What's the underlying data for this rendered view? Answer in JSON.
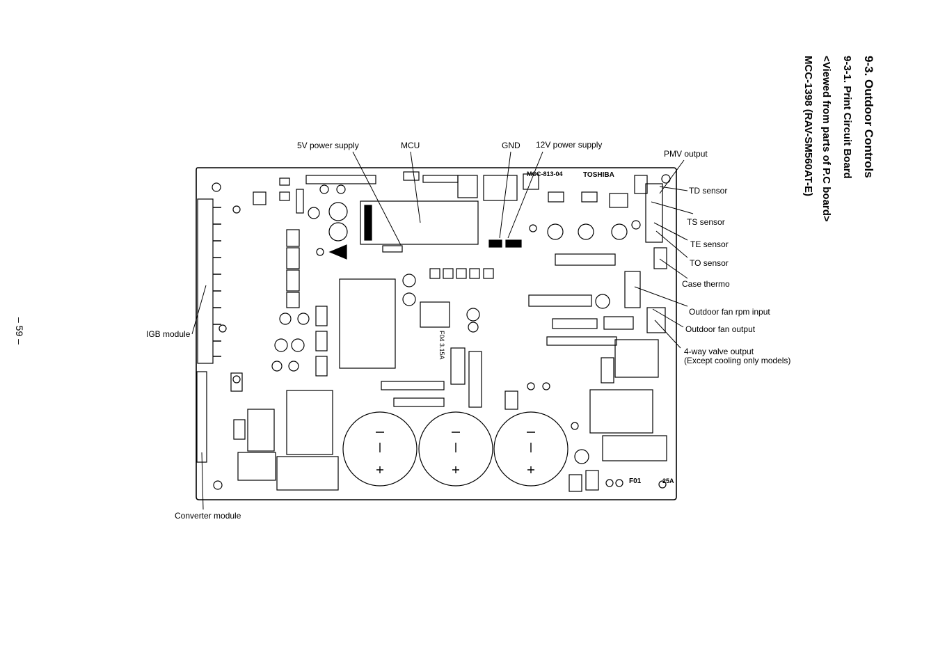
{
  "headings": {
    "section": "9-3.  Outdoor Controls",
    "subsection": "9-3-1.  Print Circuit Board",
    "view_note": "<Viewed from parts of P.C board>",
    "model": "MCC-1398 (RAV-SM560AT-E)"
  },
  "page_number": "– 59 –",
  "board": {
    "model_marking": "MCC-813-04",
    "brand_marking": "TOSHIBA",
    "fuse_marking_1": "F04 3.15A",
    "fuse_marking_2": "F01",
    "fuse_rating": "25A"
  },
  "callouts": {
    "power_5v": "5V power supply",
    "mcu": "MCU",
    "gnd": "GND",
    "power_12v": "12V power supply",
    "pmv_output": "PMV output",
    "td_sensor": "TD sensor",
    "ts_sensor": "TS sensor",
    "te_sensor": "TE sensor",
    "to_sensor": "TO sensor",
    "case_thermo": "Case thermo",
    "fan_rpm_input": "Outdoor fan rpm input",
    "fan_output": "Outdoor fan output",
    "valve_output": "4-way valve output",
    "valve_note": "(Except cooling only models)",
    "igb_module": "IGB module",
    "converter_module": "Converter module"
  }
}
